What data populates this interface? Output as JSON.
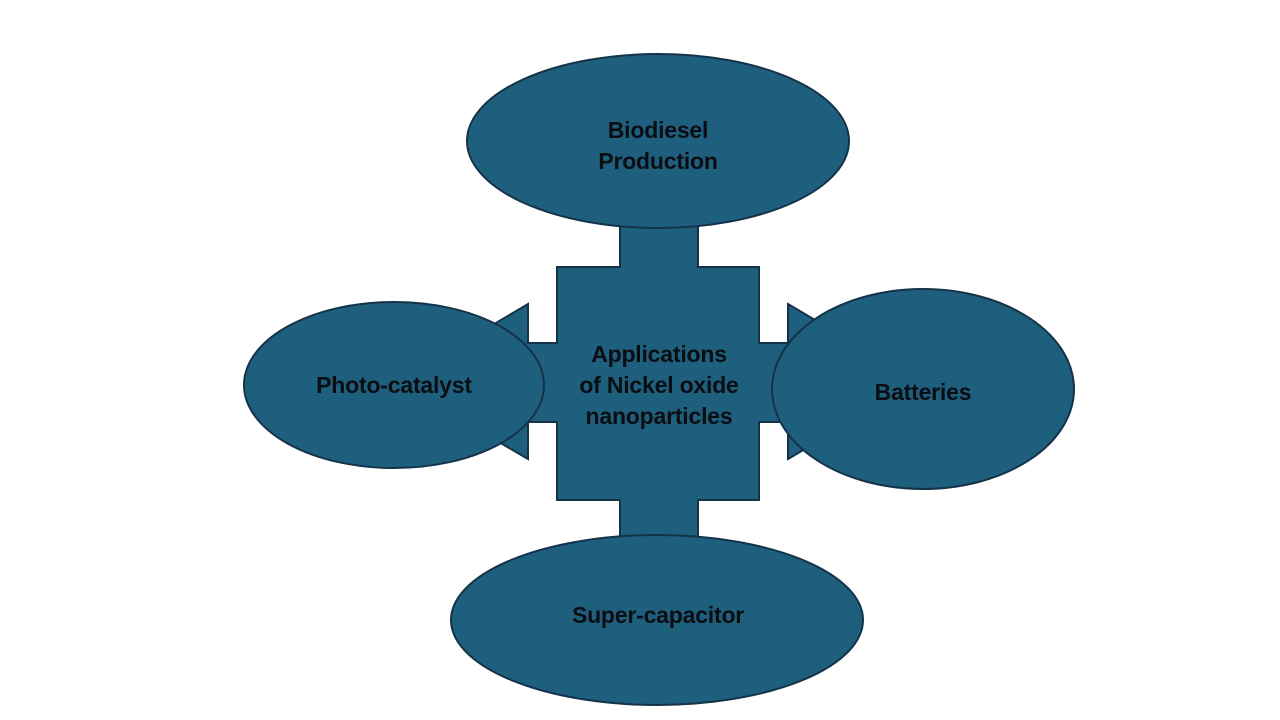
{
  "title": "Applications of Nickel oxide nanoparticles diagram",
  "colors": {
    "shape_fill": "#1F5F7E",
    "shape_stroke": "#143349",
    "text": "#0A0D12",
    "background": "#FFFFFF"
  },
  "diagram": {
    "center": {
      "lines": [
        "Applications",
        "of Nickel oxide",
        "nanoparticles"
      ]
    },
    "nodes": {
      "top": {
        "lines": [
          "Biodiesel",
          "Production"
        ]
      },
      "left": {
        "label": "Photo-catalyst"
      },
      "right": {
        "label": "Batteries"
      },
      "bottom": {
        "label": "Super-capacitor"
      }
    }
  }
}
